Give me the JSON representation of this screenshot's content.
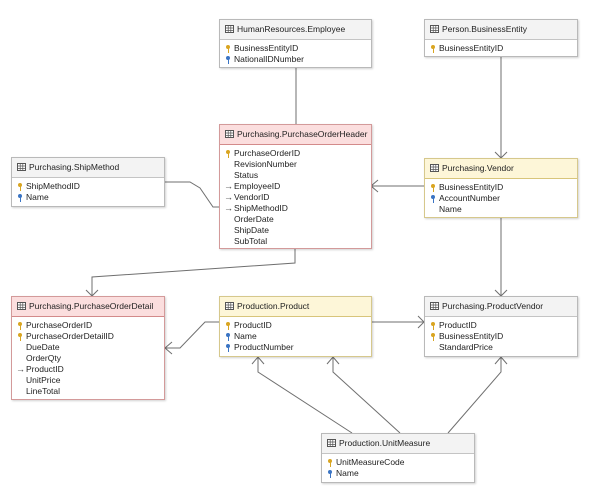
{
  "entities": {
    "employee": {
      "title": "HumanResources.Employee",
      "columns": [
        {
          "name": "BusinessEntityID",
          "marker": "pk"
        },
        {
          "name": "NationalIDNumber",
          "marker": "key-blue"
        }
      ]
    },
    "business_entity": {
      "title": "Person.BusinessEntity",
      "columns": [
        {
          "name": "BusinessEntityID",
          "marker": "pk"
        }
      ]
    },
    "po_header": {
      "title": "Purchasing.PurchaseOrderHeader",
      "columns": [
        {
          "name": "PurchaseOrderID",
          "marker": "pk"
        },
        {
          "name": "RevisionNumber",
          "marker": ""
        },
        {
          "name": "Status",
          "marker": ""
        },
        {
          "name": "EmployeeID",
          "marker": "fk"
        },
        {
          "name": "VendorID",
          "marker": "fk"
        },
        {
          "name": "ShipMethodID",
          "marker": "fk"
        },
        {
          "name": "OrderDate",
          "marker": ""
        },
        {
          "name": "ShipDate",
          "marker": ""
        },
        {
          "name": "SubTotal",
          "marker": ""
        }
      ]
    },
    "ship_method": {
      "title": "Purchasing.ShipMethod",
      "columns": [
        {
          "name": "ShipMethodID",
          "marker": "pk"
        },
        {
          "name": "Name",
          "marker": "key-blue"
        }
      ]
    },
    "vendor": {
      "title": "Purchasing.Vendor",
      "columns": [
        {
          "name": "BusinessEntityID",
          "marker": "pk"
        },
        {
          "name": "AccountNumber",
          "marker": "key-blue"
        },
        {
          "name": "Name",
          "marker": ""
        }
      ]
    },
    "po_detail": {
      "title": "Purchasing.PurchaseOrderDetail",
      "columns": [
        {
          "name": "PurchaseOrderID",
          "marker": "pk"
        },
        {
          "name": "PurchaseOrderDetailID",
          "marker": "pk"
        },
        {
          "name": "DueDate",
          "marker": ""
        },
        {
          "name": "OrderQty",
          "marker": ""
        },
        {
          "name": "ProductID",
          "marker": "fk"
        },
        {
          "name": "UnitPrice",
          "marker": ""
        },
        {
          "name": "LineTotal",
          "marker": ""
        }
      ]
    },
    "product": {
      "title": "Production.Product",
      "columns": [
        {
          "name": "ProductID",
          "marker": "pk"
        },
        {
          "name": "Name",
          "marker": "key-blue"
        },
        {
          "name": "ProductNumber",
          "marker": "key-blue"
        }
      ]
    },
    "product_vendor": {
      "title": "Purchasing.ProductVendor",
      "columns": [
        {
          "name": "ProductID",
          "marker": "pk"
        },
        {
          "name": "BusinessEntityID",
          "marker": "pk"
        },
        {
          "name": "StandardPrice",
          "marker": ""
        }
      ]
    },
    "unit_measure": {
      "title": "Production.UnitMeasure",
      "columns": [
        {
          "name": "UnitMeasureCode",
          "marker": "pk"
        },
        {
          "name": "Name",
          "marker": "key-blue"
        }
      ]
    }
  },
  "colors": {
    "selected_header": "#fbdede",
    "highlight_header": "#fdf6d8",
    "default_header": "#f3f3f3",
    "line": "#6f6f6f"
  }
}
